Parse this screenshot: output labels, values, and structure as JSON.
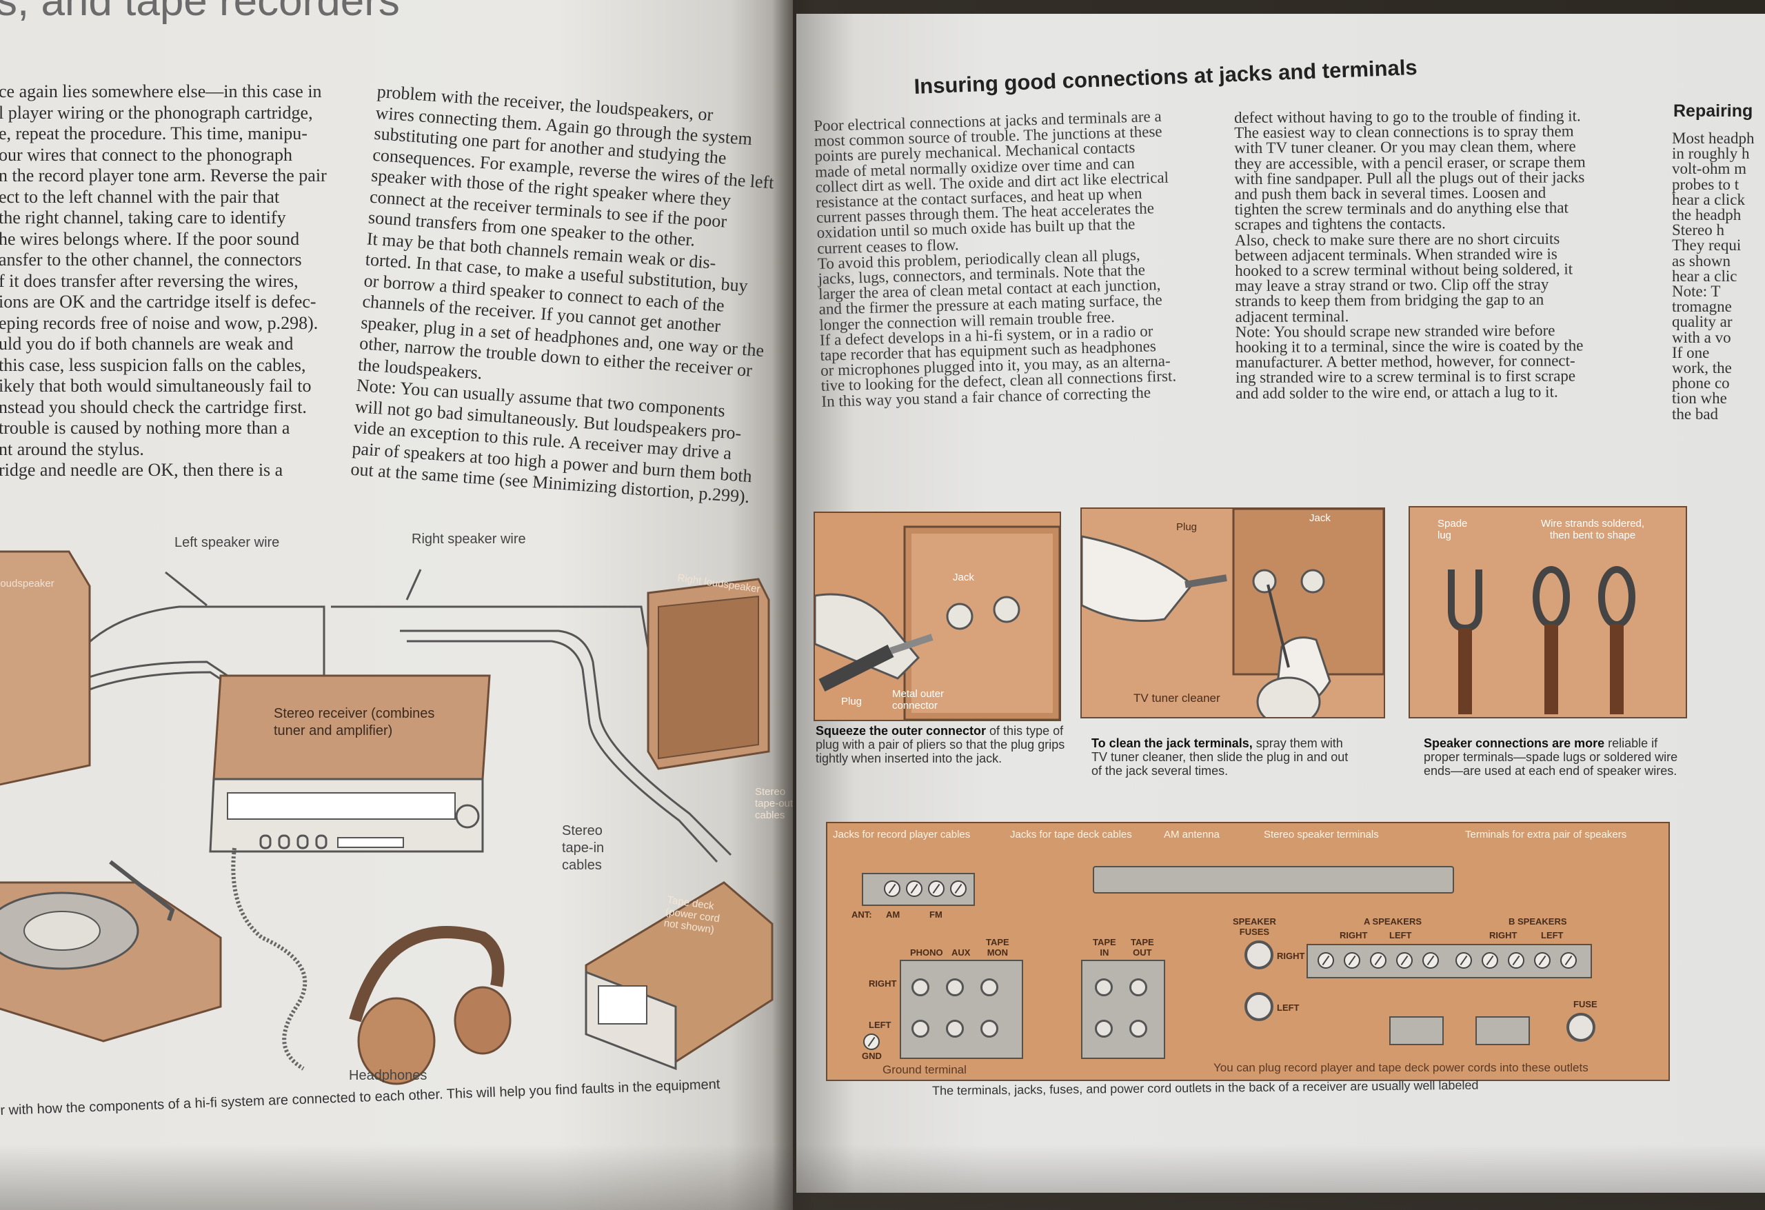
{
  "left_page": {
    "heading": "s, and tape recorders",
    "col_a": [
      "ce again lies somewhere else—in this case in",
      "l player wiring or the phonograph cartridge,",
      "e, repeat the procedure. This time, manipu-",
      "our wires that connect to the phonograph",
      "n the record player tone arm. Reverse the pair",
      "ect to the left channel with the pair that",
      " the right channel, taking care to identify",
      "he wires belongs where. If the poor sound",
      "ansfer to the other channel, the connectors",
      "f it does transfer after reversing the wires,",
      "ions are OK and the cartridge itself is defec-",
      "eping records free of noise and wow, p.298).",
      "uld you do if both channels are weak and",
      " this case, less suspicion falls on the cables,",
      "ikely that both would simultaneously fail to",
      "nstead you should check the cartridge first.",
      " trouble is caused by nothing more than a",
      "nt around the stylus.",
      "ridge and needle are OK, then there is a"
    ],
    "col_b": [
      "problem with the receiver, the loudspeakers, or",
      "wires connecting them. Again go through the system",
      "substituting one part for another and studying the",
      "consequences. For example, reverse the wires of the left",
      "speaker with those of the right speaker where they",
      "connect at the receiver terminals to see if the poor",
      "sound transfers from one speaker to the other.",
      "   It may be that both channels remain weak or dis-",
      "torted. In that case, to make a useful substitution, buy",
      "or borrow a third speaker to connect to each of the",
      "channels of the receiver. If you cannot get another",
      "speaker, plug in a set of headphones and, one way or the",
      "other, narrow the trouble down to either the receiver or",
      "the loudspeakers.",
      "   Note: You can usually assume that two components",
      "will not go bad simultaneously. But loudspeakers pro-",
      "vide an exception to this rule. A receiver may drive a",
      "pair of speakers at too high a power and burn them both",
      "out at the same time (see Minimizing distortion, p.299)."
    ],
    "diagram_labels": {
      "left_speaker_wire": "Left speaker wire",
      "right_speaker_wire": "Right speaker wire",
      "loudspeaker": "Loudspeaker",
      "right_loudspeaker": "Right loudspeaker",
      "receiver": "Stereo receiver (combines\ntuner and amplifier)",
      "stereo_cables": "Stereo\ntape-in\ncables",
      "tape_out_cables": "Stereo\ntape-out\ncables",
      "tape_deck": "Tape deck\n(power cord\nnot shown)",
      "headphones": "Headphones"
    },
    "caption": "r with how the components of a hi-fi system are connected to each other. This will help you find faults in the equipment"
  },
  "right_page": {
    "heading": "Insuring good connections at jacks and terminals",
    "col1": [
      "Poor electrical connections at jacks and terminals are a",
      "most common source of trouble. The junctions at these",
      "points are purely mechanical. Mechanical contacts",
      "made of metal normally oxidize over time and can",
      "collect dirt as well. The oxide and dirt act like electrical",
      "resistance at the contact surfaces, and heat up when",
      "current passes through them. The heat accelerates the",
      "oxidation until so much oxide has built up that the",
      "current ceases to flow.",
      "   To avoid this problem, periodically clean all plugs,",
      "jacks, lugs, connectors, and terminals. Note that the",
      "larger the area of clean metal contact at each junction,",
      "and the firmer the pressure at each mating surface, the",
      "longer the connection will remain trouble free.",
      "   If a defect develops in a hi-fi system, or in a radio or",
      "tape recorder that has equipment such as headphones",
      "or microphones plugged into it, you may, as an alterna-",
      "tive to looking for the defect, clean all connections first.",
      "In this way you stand a fair chance of correcting the"
    ],
    "col2": [
      "defect without having to go to the trouble of finding it.",
      "   The easiest way to clean connections is to spray them",
      "with TV tuner cleaner. Or you may clean them, where",
      "they are accessible, with a pencil eraser, or scrape them",
      "with fine sandpaper. Pull all the plugs out of their jacks",
      "and push them back in several times. Loosen and",
      "tighten the screw terminals and do anything else that",
      "scrapes and tightens the contacts.",
      "   Also, check to make sure there are no short circuits",
      "between adjacent terminals. When stranded wire is",
      "hooked to a screw terminal without being soldered, it",
      "may leave a stray strand or two. Clip off the stray",
      "strands to keep them from bridging the gap to an",
      "adjacent terminal.",
      "   Note: You should scrape new stranded wire before",
      "hooking it to a terminal, since the wire is coated by the",
      "manufacturer. A better method, however, for connect-",
      "ing stranded wire to a screw terminal is to first scrape",
      "and add solder to the wire end, or attach a lug to it."
    ],
    "col3_heading": "Repairing",
    "col3": [
      "Most headph",
      "in roughly h",
      "volt-ohm m",
      "probes to t",
      "hear a click",
      "the headph",
      "  Stereo h",
      "They requi",
      "as shown",
      "hear a clic",
      "  Note: T",
      "tromagne",
      "quality ar",
      "with a vo",
      "  If one",
      "work, the",
      "phone co",
      "tion whe",
      "the bad"
    ],
    "panels": {
      "p1": {
        "jack": "Jack",
        "plug": "Plug",
        "outer": "Metal outer\nconnector",
        "caption_bold": "Squeeze the outer connector",
        "caption": [
          " of this type of",
          "plug with a pair of pliers so that the plug grips",
          "tightly when inserted into the jack."
        ]
      },
      "p2": {
        "plug": "Plug",
        "jack": "Jack",
        "cleaner": "TV tuner cleaner",
        "caption_bold": "To clean the jack terminals,",
        "caption": [
          " spray them with",
          "TV tuner cleaner, then slide the plug in and out",
          "of the jack several times."
        ]
      },
      "p3": {
        "lug": "Spade\nlug",
        "strands": "Wire strands soldered,\nthen bent to shape",
        "caption_bold": "Speaker connections are more",
        "caption": [
          " reliable if",
          "proper terminals—spade lugs or soldered wire",
          "ends—are used at each end of speaker wires."
        ]
      }
    },
    "back_panel": {
      "top_labels": [
        "Jacks for record player cables",
        "Jacks for tape deck cables",
        "AM antenna",
        "Stereo speaker terminals",
        "Terminals for extra pair of speakers"
      ],
      "ant": "ANT:",
      "am": "AM",
      "fm": "FM",
      "phono": "PHONO",
      "aux": "AUX",
      "tape_mon": "TAPE\nMON",
      "tape_in": "TAPE\nIN",
      "tape_out": "TAPE\nOUT",
      "speaker_fuses": "SPEAKER\nFUSES",
      "a_speakers": "A SPEAKERS",
      "b_speakers": "B SPEAKERS",
      "right": "RIGHT",
      "left": "LEFT",
      "fuse": "FUSE",
      "gnd": "GND",
      "ground_terminal": "Ground terminal",
      "cord_note": "You can plug record player and tape deck power cords into these outlets"
    },
    "caption": "The terminals, jacks, fuses, and power cord outlets in the back of a receiver are usually well labeled"
  }
}
